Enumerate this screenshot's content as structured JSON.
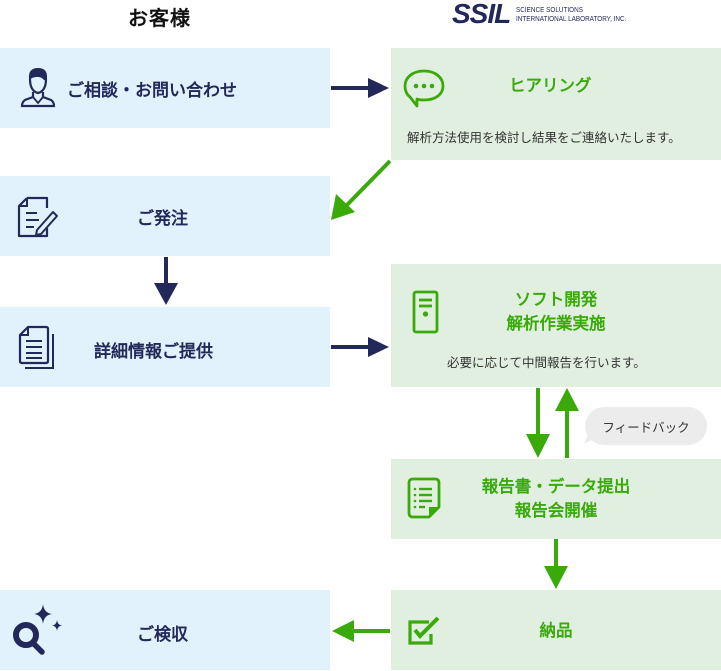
{
  "headers": {
    "customer": "お客様",
    "company_logo": "SSIL",
    "company_sub_line1": "SCIENCE SOLUTIONS",
    "company_sub_line2": "INTERNATIONAL LABORATORY, INC."
  },
  "customer_steps": [
    {
      "label": "ご相談・お問い合わせ",
      "icon": "person-icon"
    },
    {
      "label": "ご発注",
      "icon": "document-edit-icon"
    },
    {
      "label": "詳細情報ご提供",
      "icon": "documents-icon"
    },
    {
      "label": "ご検収",
      "icon": "search-sparkle-icon"
    }
  ],
  "ssil_steps": [
    {
      "title_lines": [
        "ヒアリング"
      ],
      "description": "解析方法使用を検討し結果をご連絡いたします。",
      "icon": "speech-bubble-icon"
    },
    {
      "title_lines": [
        "ソフト開発",
        "解析作業実施"
      ],
      "description": "必要に応じて中間報告を行います。",
      "icon": "server-icon"
    },
    {
      "title_lines": [
        "報告書・データ提出",
        "報告会開催"
      ],
      "description": "",
      "icon": "report-icon"
    },
    {
      "title_lines": [
        "納品"
      ],
      "description": "",
      "icon": "checkbox-icon"
    }
  ],
  "feedback_label": "フィードバック",
  "colors": {
    "customer_bg": "#e2f2fc",
    "ssil_bg": "#e1efe1",
    "navy": "#23285a",
    "green": "#3aaa0a"
  }
}
